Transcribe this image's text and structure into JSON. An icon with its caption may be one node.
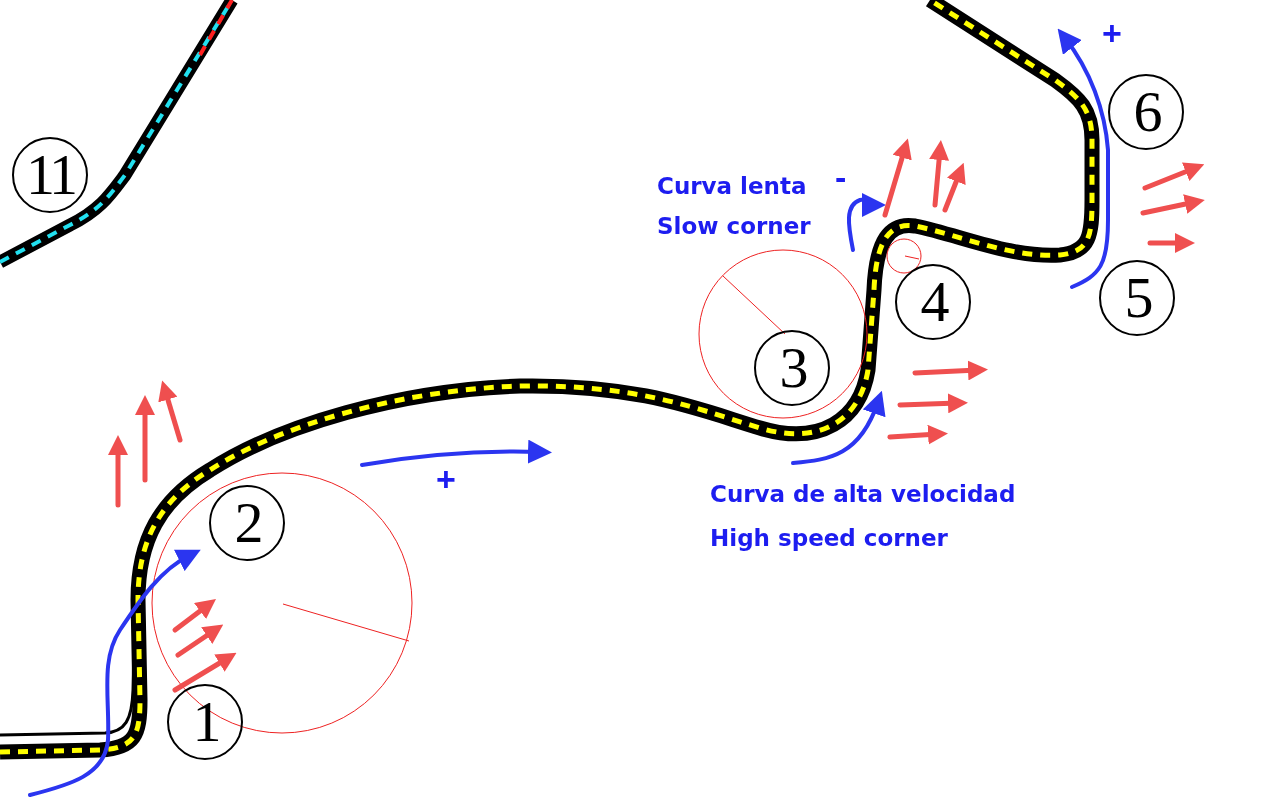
{
  "diagram": {
    "nodes": [
      {
        "text": [
          "6"
        ]
      },
      {
        "text": [
          "11"
        ]
      },
      {
        "text": [
          "5"
        ]
      },
      {
        "text": [
          "4"
        ]
      },
      {
        "text": [
          "3"
        ]
      },
      {
        "text": [
          "2"
        ]
      },
      {
        "text": [
          "1"
        ]
      }
    ],
    "labels": [
      "+",
      "-",
      "Curva lenta",
      "Slow corner",
      "+",
      "Curva de alta velocidad",
      "High speed corner"
    ]
  }
}
